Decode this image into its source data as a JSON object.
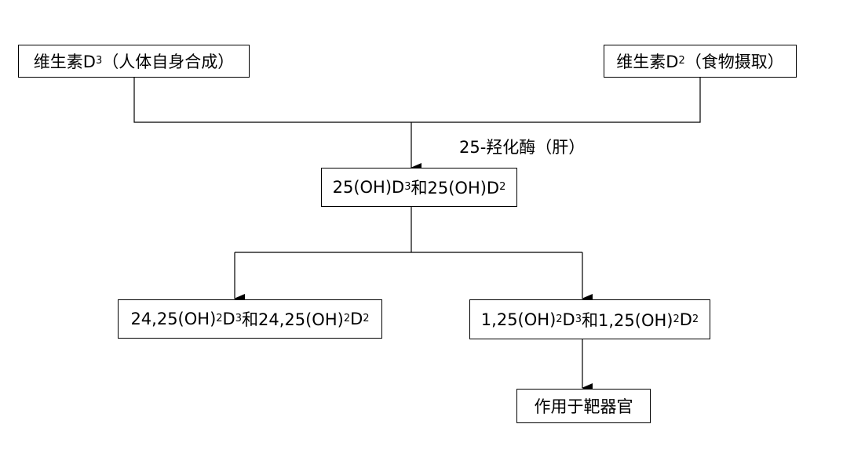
{
  "nodes": {
    "vitamin_d3": {
      "prefix": "维生素D",
      "sub": "3",
      "suffix": "（人体自身合成）"
    },
    "vitamin_d2": {
      "prefix": "维生素D",
      "sub": "2",
      "suffix": "（食物摄取）"
    },
    "hydroxy_25": {
      "t1": "25(OH)D",
      "s1": "3",
      "t2": "和25(OH)D",
      "s2": "2"
    },
    "hydroxy_24_25": {
      "t1": "24,25(OH)",
      "s1": "2",
      "t2": "D",
      "s2": "3",
      "t3": "和24,25(OH)",
      "s3": "2",
      "t4": "D",
      "s4": "2"
    },
    "hydroxy_1_25": {
      "t1": "1,25(OH)",
      "s1": "2",
      "t2": "D",
      "s2": "3",
      "t3": "和1,25(OH)",
      "s3": "2",
      "t4": "D",
      "s4": "2"
    },
    "target_organ": {
      "text": "作用于靶器官"
    }
  },
  "edge_labels": {
    "hydroxylase": "25-羟化酶（肝）"
  },
  "colors": {
    "line": "#000000",
    "box_border": "#000000",
    "background": "#ffffff"
  }
}
